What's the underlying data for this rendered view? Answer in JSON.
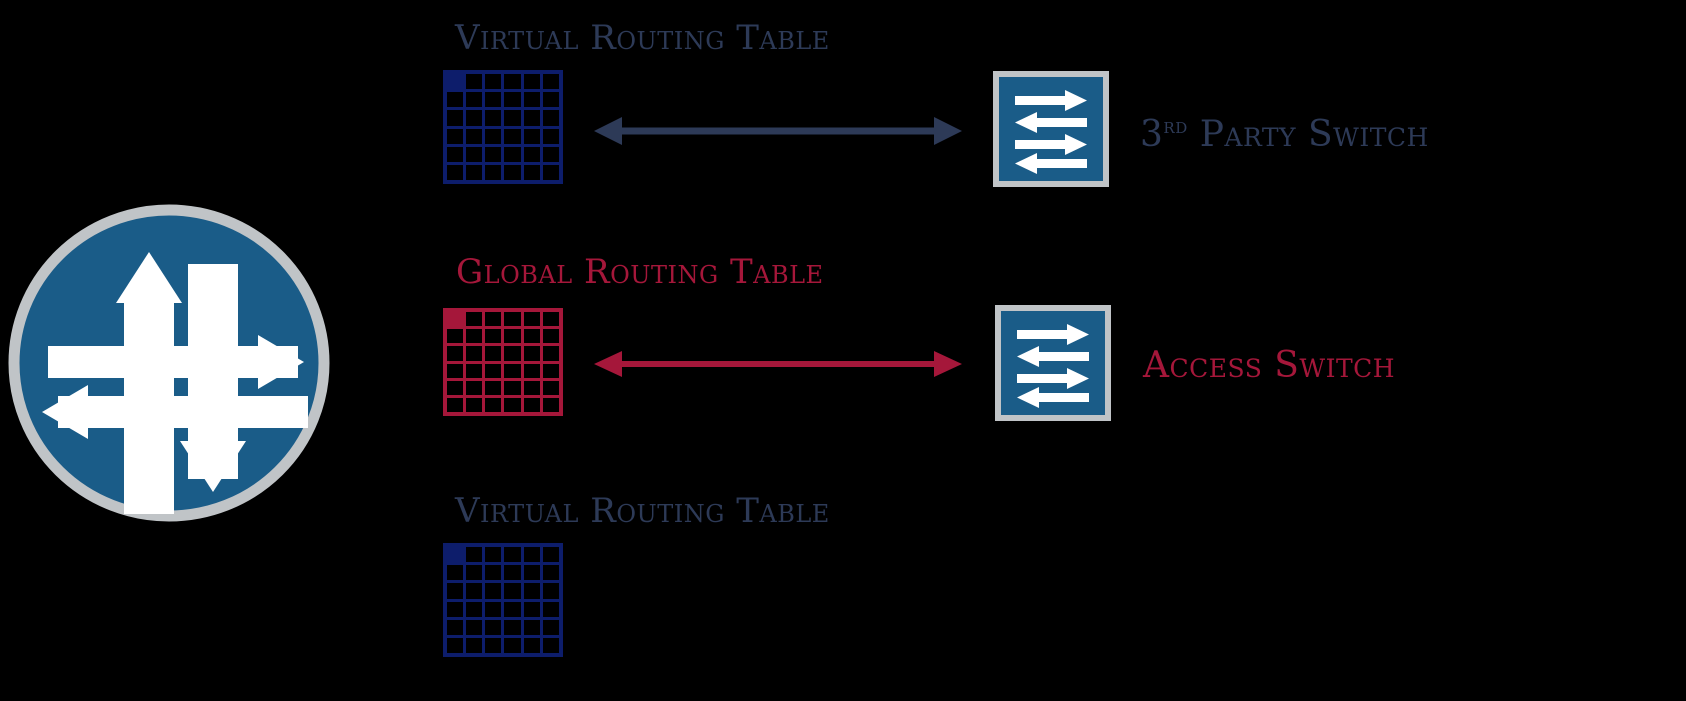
{
  "diagram": {
    "type": "network-routing-diagram",
    "background_color": "#000000",
    "colors": {
      "navy_table": "#0d1d6b",
      "navy_text": "#2d3a57",
      "red": "#a5173a",
      "switch_blue": "#1a5c88",
      "switch_border": "#c0c4c7",
      "router_blue": "#1a5c88",
      "router_border": "#c0c4c7",
      "arrow_white": "#ffffff"
    }
  },
  "router": {
    "name": "router",
    "icon": "router-icon",
    "arrow_directions": [
      "up",
      "right",
      "down",
      "left"
    ]
  },
  "rows": [
    {
      "heading": "Virtual Routing Table",
      "heading_color": "#2d3a57",
      "table_color": "#0d1d6b",
      "table_columns": 6,
      "table_rows": 6,
      "connector": {
        "present": true,
        "style": "double-headed-arrow",
        "color": "#2d3a57"
      },
      "switch": {
        "present": true,
        "label": "3RD Party Switch",
        "label_prefix": "3",
        "label_superscript": "rd",
        "label_rest": "Party Switch",
        "label_color": "#2d3a57",
        "icon": "network-switch-icon"
      }
    },
    {
      "heading": "Global Routing Table",
      "heading_color": "#a5173a",
      "table_color": "#a5173a",
      "table_columns": 6,
      "table_rows": 6,
      "connector": {
        "present": true,
        "style": "double-headed-arrow",
        "color": "#a5173a"
      },
      "switch": {
        "present": true,
        "label": "Access Switch",
        "label_color": "#a5173a",
        "icon": "network-switch-icon"
      }
    },
    {
      "heading": "Virtual Routing Table",
      "heading_color": "#2d3a57",
      "table_color": "#0d1d6b",
      "table_columns": 6,
      "table_rows": 6,
      "connector": {
        "present": false
      },
      "switch": {
        "present": false
      }
    }
  ]
}
